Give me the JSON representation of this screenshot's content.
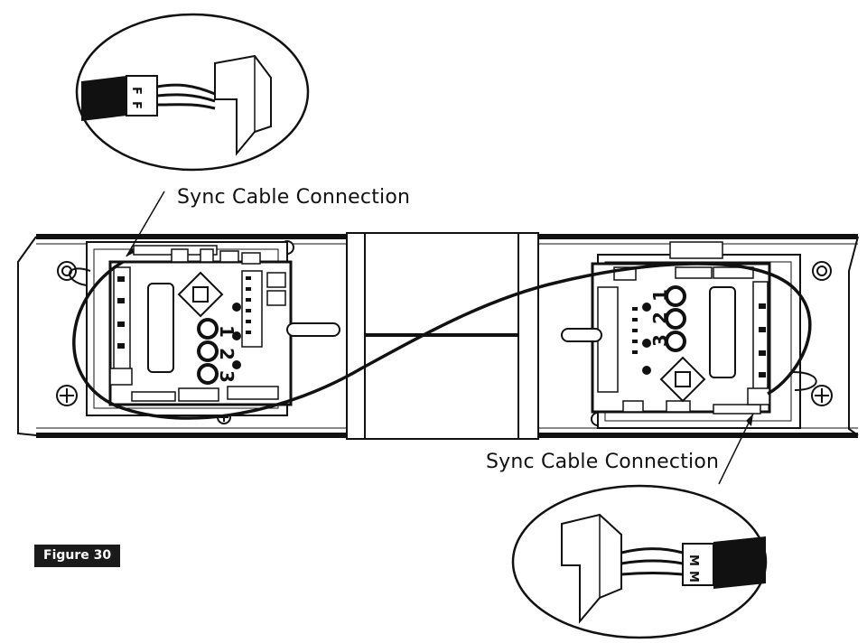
{
  "callouts": {
    "top": "Sync Cable Connection",
    "bottom": "Sync Cable Connection"
  },
  "figure_label": "Figure 30",
  "connector_marks": {
    "female": "F",
    "male": "M"
  },
  "button_numbers": [
    "1",
    "2",
    "3"
  ]
}
